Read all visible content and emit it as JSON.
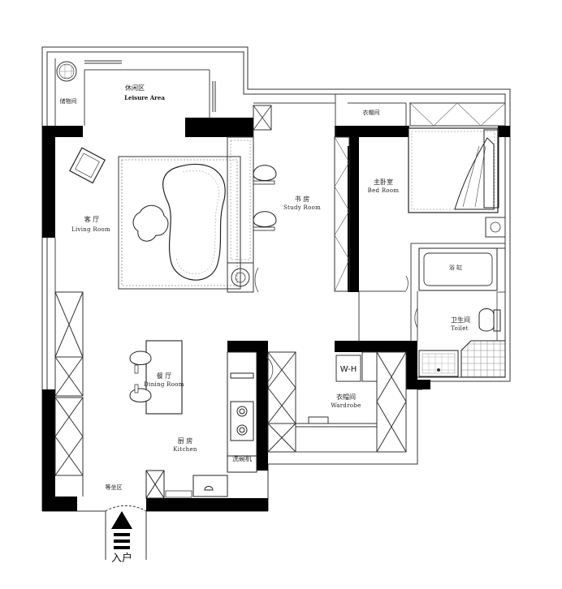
{
  "rooms": {
    "leisure": {
      "zh": "休闲区",
      "en": "Leisure Area"
    },
    "storage": {
      "zh": "储物间"
    },
    "living": {
      "zh": "客 厅",
      "en": "Living Room"
    },
    "study": {
      "zh": "书 房",
      "en": "Study Room"
    },
    "closet": {
      "zh": "衣帽间"
    },
    "bedroom": {
      "zh": "主卧室",
      "en": "Bed Room"
    },
    "bath": {
      "zh": "浴 缸"
    },
    "toilet": {
      "zh": "卫生间",
      "en": "Toilet"
    },
    "dining": {
      "zh": "餐 厅",
      "en": "Dining Room"
    },
    "kitchen": {
      "zh": "厨 房",
      "en": "Kitchen"
    },
    "wardrobe": {
      "zh": "衣帽间",
      "en": "Wardrobe"
    },
    "dishwasher": {
      "zh": "洗碗机"
    },
    "waiting": {
      "zh": "等坐区"
    },
    "walkin": {
      "label": "W-H"
    }
  },
  "entry": {
    "label": "入户"
  },
  "colors": {
    "wall": "#000000",
    "line": "#333333",
    "hatch": "#777777"
  }
}
